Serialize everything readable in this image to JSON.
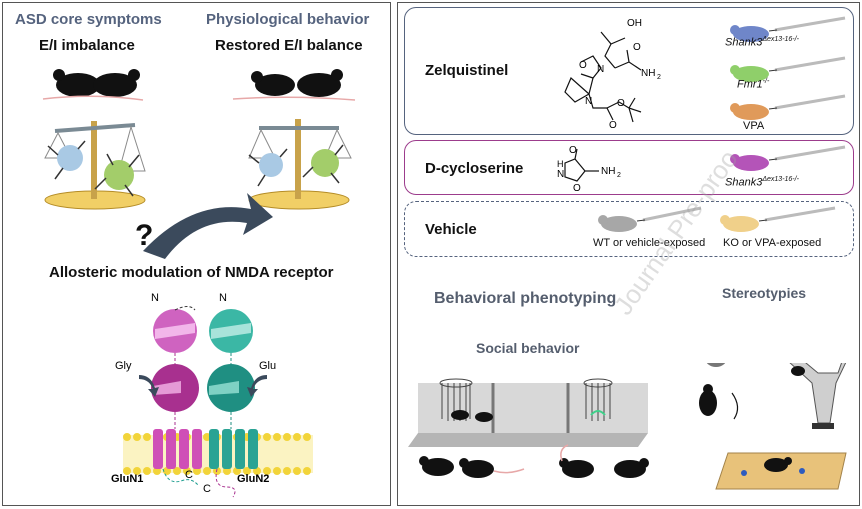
{
  "left": {
    "title_left": "ASD core symptoms",
    "sub_left": "E/I imbalance",
    "title_right": "Physiological behavior",
    "sub_right": "Restored E/I balance",
    "question_mark": "?",
    "caption": "Allosteric modulation of NMDA receptor",
    "receptor": {
      "n_left": "N",
      "n_right": "N",
      "gly": "Gly",
      "glu": "Glu",
      "c_left": "C",
      "c_right": "C",
      "glun1": "GluN1",
      "glun2": "GluN2"
    }
  },
  "treatments": [
    {
      "name": "Zelquistinel",
      "border": "#55637e",
      "models": [
        "Shank3",
        "Fmr1",
        "VPA"
      ]
    },
    {
      "name": "D-cycloserine",
      "border": "#9c3c8c",
      "models": [
        "Shank3"
      ]
    },
    {
      "name": "Vehicle",
      "border": "#55637e",
      "models": [
        "WT or vehicle-exposed",
        "KO or VPA-exposed"
      ]
    }
  ],
  "models": {
    "shank3_base": "Shank3",
    "shank3_sup": "Δex13-16-/-",
    "fmr1_base": "Fmr1",
    "fmr1_sup": "-/-",
    "vpa": "VPA",
    "wt": "WT or vehicle-exposed",
    "ko": "KO or VPA-exposed"
  },
  "chem": {
    "oh": "OH",
    "o1": "O",
    "n1": "N",
    "o2": "O",
    "nh2a": "NH",
    "nh2a_sub": "2",
    "n2": "N",
    "o3": "O",
    "o4": "O",
    "dcs_o": "O",
    "dcs_h": "H",
    "dcs_n": "N",
    "dcs_o2": "O",
    "dcs_nh2": "NH",
    "dcs_nh2_sub": "2"
  },
  "behavior": {
    "phenotyping": "Behavioral phenotyping",
    "stereotypies": "Stereotypies",
    "social": "Social behavior"
  },
  "watermark": "Journal Pre-proo",
  "colors": {
    "header_blue": "#55637e",
    "magenta": "#b03ea0",
    "teal": "#1f9e90",
    "membrane": "#f2d43a"
  }
}
